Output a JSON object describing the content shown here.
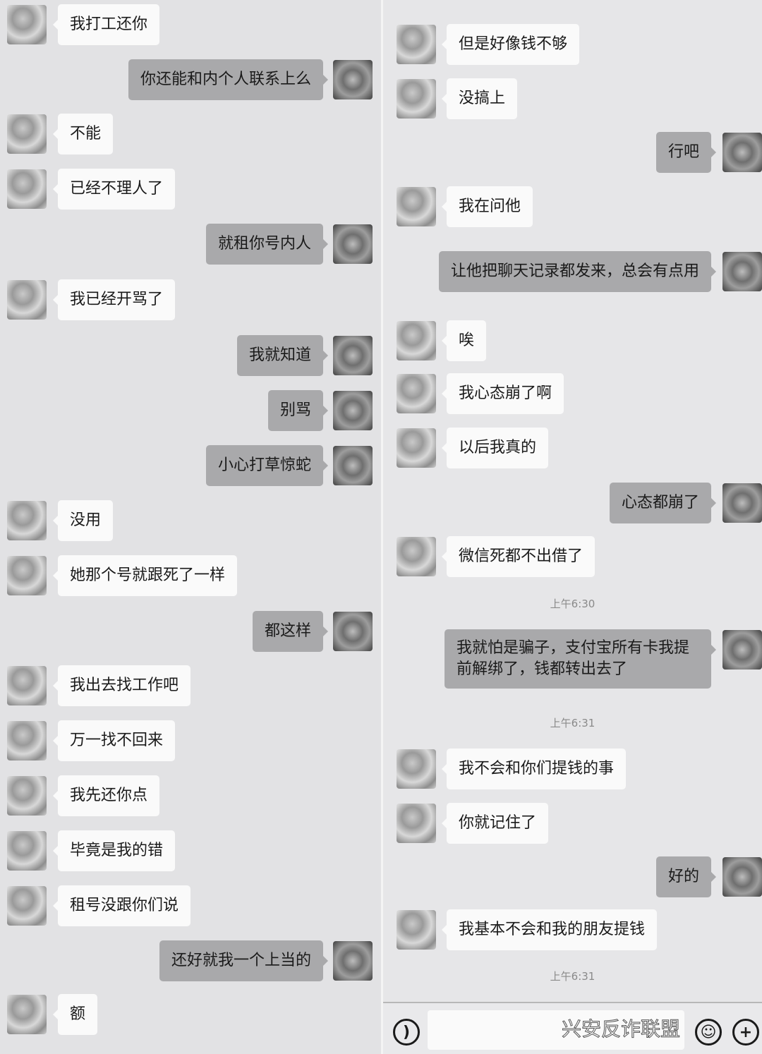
{
  "left_panel": {
    "messages": [
      {
        "side": "received",
        "text": "我打工还你"
      },
      {
        "side": "sent",
        "text": "你还能和内个人联系上么"
      },
      {
        "side": "received",
        "text": "不能"
      },
      {
        "side": "received",
        "text": "已经不理人了"
      },
      {
        "side": "sent",
        "text": "就租你号内人"
      },
      {
        "side": "received",
        "text": "我已经开骂了"
      },
      {
        "side": "sent",
        "text": "我就知道"
      },
      {
        "side": "sent",
        "text": "别骂"
      },
      {
        "side": "sent",
        "text": "小心打草惊蛇"
      },
      {
        "side": "received",
        "text": "没用"
      },
      {
        "side": "received",
        "text": "她那个号就跟死了一样"
      },
      {
        "side": "sent",
        "text": "都这样"
      },
      {
        "side": "received",
        "text": "我出去找工作吧"
      },
      {
        "side": "received",
        "text": "万一找不回来"
      },
      {
        "side": "received",
        "text": "我先还你点"
      },
      {
        "side": "received",
        "text": "毕竟是我的错"
      },
      {
        "side": "received",
        "text": "租号没跟你们说"
      },
      {
        "side": "sent",
        "text": "还好就我一个上当的"
      },
      {
        "side": "received",
        "text": "额"
      }
    ]
  },
  "right_panel": {
    "messages": [
      {
        "side": "received",
        "text": "但是好像钱不够"
      },
      {
        "side": "received",
        "text": "没搞上"
      },
      {
        "side": "sent",
        "text": "行吧"
      },
      {
        "side": "received",
        "text": "我在问他"
      },
      {
        "side": "sent",
        "text": "让他把聊天记录都发来，总会有点用"
      },
      {
        "side": "received",
        "text": "唉"
      },
      {
        "side": "received",
        "text": "我心态崩了啊"
      },
      {
        "side": "received",
        "text": "以后我真的"
      },
      {
        "side": "sent",
        "text": "心态都崩了"
      },
      {
        "side": "received",
        "text": "微信死都不出借了"
      },
      {
        "side": "time",
        "text": "上午6:30"
      },
      {
        "side": "sent",
        "text": "我就怕是骗子，支付宝所有卡我提前解绑了，钱都转出去了"
      },
      {
        "side": "time",
        "text": "上午6:31"
      },
      {
        "side": "received",
        "text": "我不会和你们提钱的事"
      },
      {
        "side": "received",
        "text": "你就记住了"
      },
      {
        "side": "sent",
        "text": "好的"
      },
      {
        "side": "received",
        "text": "我基本不会和我的朋友提钱"
      },
      {
        "side": "time",
        "text": "上午6:31"
      }
    ],
    "input_bar": {
      "voice_icon": "voice-icon",
      "emoji_icon": "emoji-icon",
      "plus_icon": "plus-icon",
      "watermark": "兴安反诈联盟"
    }
  }
}
